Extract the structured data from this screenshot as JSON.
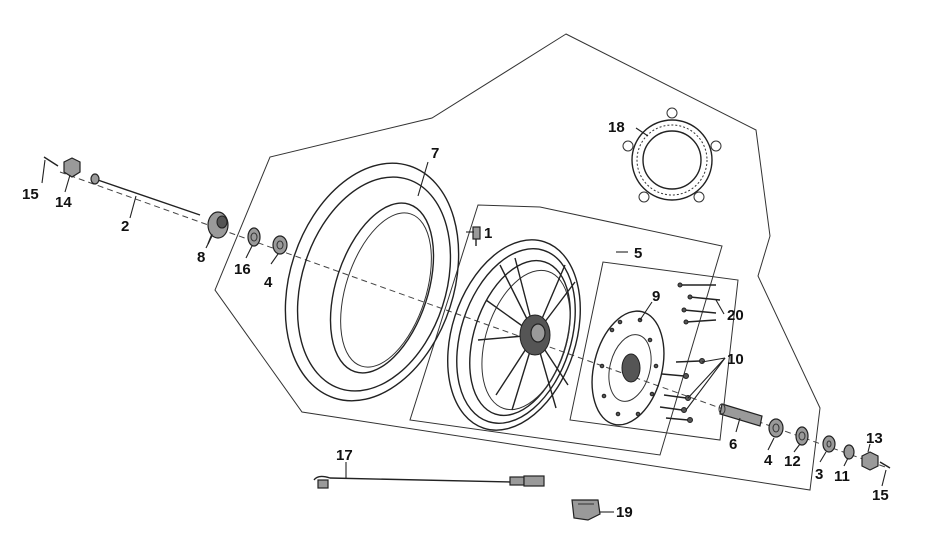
{
  "labels": {
    "p1": "1",
    "p2": "2",
    "p3": "3",
    "p4a": "4",
    "p4b": "4",
    "p5": "5",
    "p6": "6",
    "p7": "7",
    "p8": "8",
    "p9": "9",
    "p10": "10",
    "p11": "11",
    "p12": "12",
    "p13": "13",
    "p14": "14",
    "p15a": "15",
    "p15b": "15",
    "p16": "16",
    "p17": "17",
    "p18": "18",
    "p19": "19",
    "p20": "20"
  }
}
